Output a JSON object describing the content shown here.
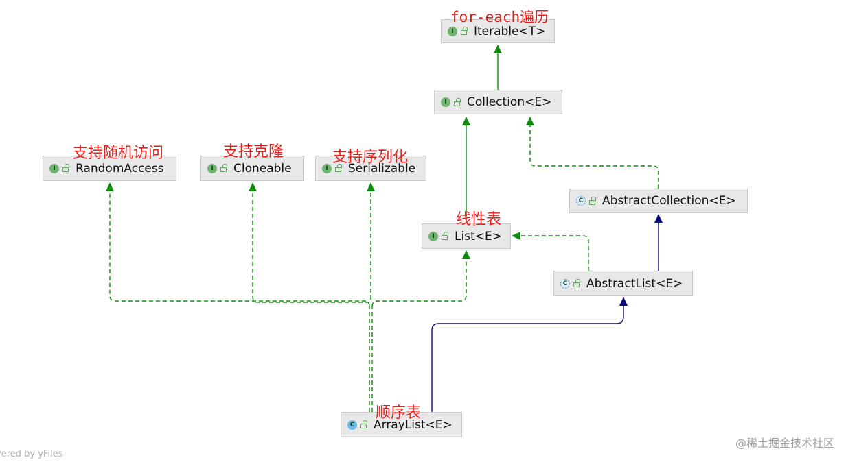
{
  "nodes": {
    "iterable": {
      "label": "Iterable<T>",
      "kind": "interface"
    },
    "collection": {
      "label": "Collection<E>",
      "kind": "interface"
    },
    "random_access": {
      "label": "RandomAccess",
      "kind": "interface"
    },
    "cloneable": {
      "label": "Cloneable",
      "kind": "interface"
    },
    "serializable": {
      "label": "Serializable",
      "kind": "interface"
    },
    "list": {
      "label": "List<E>",
      "kind": "interface"
    },
    "abstract_collection": {
      "label": "AbstractCollection<E>",
      "kind": "abstract-class"
    },
    "abstract_list": {
      "label": "AbstractList<E>",
      "kind": "abstract-class"
    },
    "array_list": {
      "label": "ArrayList<E>",
      "kind": "class"
    }
  },
  "kind_icons": {
    "interface": "I",
    "class": "C",
    "abstract-class": "C"
  },
  "annotations": {
    "iterable": "for-each遍历",
    "random_access": "支持随机访问",
    "cloneable": "支持克隆",
    "serializable": "支持序列化",
    "list": "线性表",
    "array_list": "顺序表"
  },
  "edges": [
    {
      "from": "collection",
      "to": "iterable",
      "type": "extends"
    },
    {
      "from": "list",
      "to": "collection",
      "type": "extends"
    },
    {
      "from": "abstract_collection",
      "to": "collection",
      "type": "implements"
    },
    {
      "from": "abstract_list",
      "to": "abstract_collection",
      "type": "inherits"
    },
    {
      "from": "abstract_list",
      "to": "list",
      "type": "implements"
    },
    {
      "from": "array_list",
      "to": "abstract_list",
      "type": "inherits"
    },
    {
      "from": "array_list",
      "to": "list",
      "type": "implements"
    },
    {
      "from": "array_list",
      "to": "random_access",
      "type": "implements"
    },
    {
      "from": "array_list",
      "to": "cloneable",
      "type": "implements"
    },
    {
      "from": "array_list",
      "to": "serializable",
      "type": "implements"
    }
  ],
  "colors": {
    "interface_edge": "#0c8a0c",
    "class_edge": "#0b0b80",
    "annotation": "#e8201c",
    "node_fill": "#e8e8e8"
  },
  "watermark": "@稀土掘金技术社区",
  "powered_by": "vered by yFiles"
}
